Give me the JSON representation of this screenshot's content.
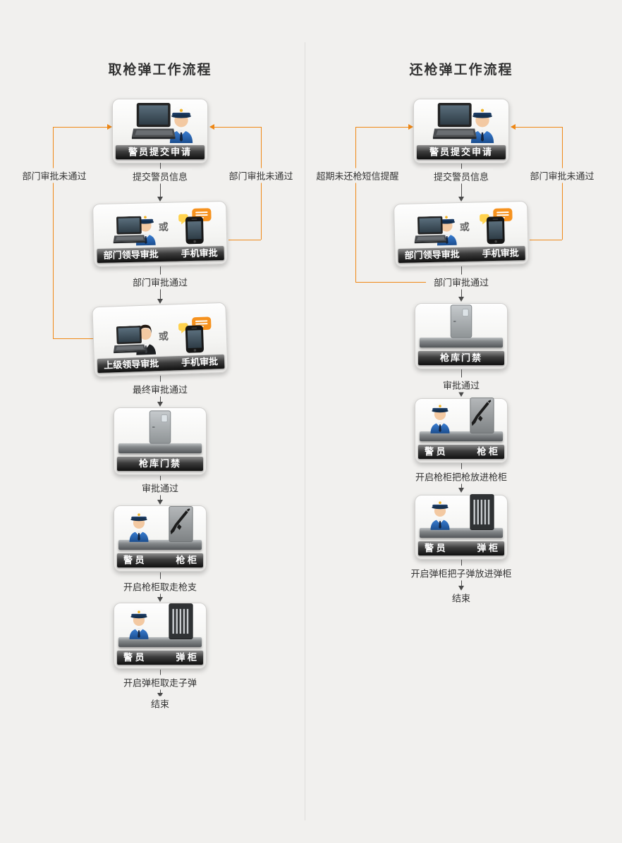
{
  "left_flow": {
    "title": "取枪弹工作流程",
    "nodes": {
      "apply": {
        "label": "警员提交申请"
      },
      "dept_approve": {
        "label_main": "部门领导审批",
        "label_phone": "手机审批",
        "or_text": "或"
      },
      "senior_approve": {
        "label_main": "上级领导审批",
        "label_phone": "手机审批",
        "or_text": "或"
      },
      "door": {
        "label": "枪库门禁"
      },
      "gun_cabinet": {
        "label_officer": "警 员",
        "label_cabinet": "枪 柜"
      },
      "ammo_cabinet": {
        "label_officer": "警 员",
        "label_cabinet": "弹 柜"
      }
    },
    "edges": {
      "submit_info": "提交警员信息",
      "dept_passed": "部门审批通过",
      "final_passed": "最终审批通过",
      "approved": "审批通过",
      "take_gun": "开启枪柜取走枪支",
      "take_ammo": "开启弹柜取走子弹",
      "end": "结束"
    },
    "feedback": {
      "left_reject": "部门审批未通过",
      "right_reject": "部门审批未通过"
    }
  },
  "right_flow": {
    "title": "还枪弹工作流程",
    "nodes": {
      "apply": {
        "label": "警员提交申请"
      },
      "dept_approve": {
        "label_main": "部门领导审批",
        "label_phone": "手机审批",
        "or_text": "或"
      },
      "door": {
        "label": "枪库门禁"
      },
      "gun_cabinet": {
        "label_officer": "警 员",
        "label_cabinet": "枪 柜"
      },
      "ammo_cabinet": {
        "label_officer": "警 员",
        "label_cabinet": "弹 柜"
      }
    },
    "edges": {
      "submit_info": "提交警员信息",
      "dept_passed": "部门审批通过",
      "approved": "审批通过",
      "return_gun": "开启枪柜把枪放进枪柜",
      "return_ammo": "开启弹柜把子弹放进弹柜",
      "end": "结束"
    },
    "feedback": {
      "overdue_reminder": "超期未还枪短信提醒",
      "right_reject": "部门审批未通过"
    }
  },
  "colors": {
    "flow_arrow": "#4a4a4a",
    "feedback_arrow": "#ef8816",
    "label_bar_top": "#8d8d8d",
    "label_bar_bottom": "#101010",
    "background": "#f1f0ee"
  }
}
